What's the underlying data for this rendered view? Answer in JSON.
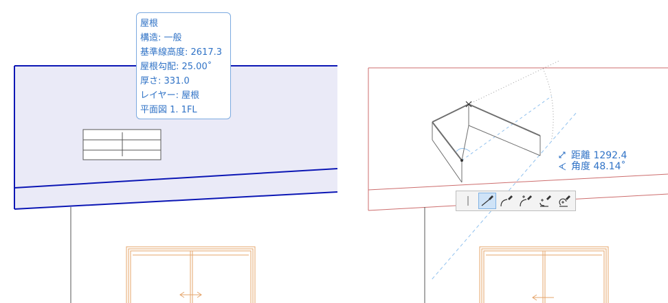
{
  "tooltip": {
    "lines": [
      "屋根",
      "構造: 一般",
      "基準線高度: 2617.3",
      "屋根勾配: 25.00˚",
      "厚さ: 331.0",
      "レイヤー: 屋根",
      "平面図 1. 1FL"
    ]
  },
  "readout": {
    "distance": "距離 1292.4",
    "angle": "角度 48.14˚"
  },
  "toolbar": {
    "tools": [
      {
        "name": "tool-polyline-icon",
        "active": false
      },
      {
        "name": "tool-straight-segment-icon",
        "active": true
      },
      {
        "name": "tool-tangent-arc-icon",
        "active": false
      },
      {
        "name": "tool-three-point-arc-icon",
        "active": false
      },
      {
        "name": "tool-center-arc-icon",
        "active": false
      },
      {
        "name": "tool-circle-arc-icon",
        "active": false
      }
    ]
  },
  "colors": {
    "roof_outline": "#0a15b4",
    "roof_fill": "#eaeaf7",
    "window_frame": "#e5a46a",
    "info_text": "#2f72c6",
    "guide_red": "#cc6b6b"
  }
}
